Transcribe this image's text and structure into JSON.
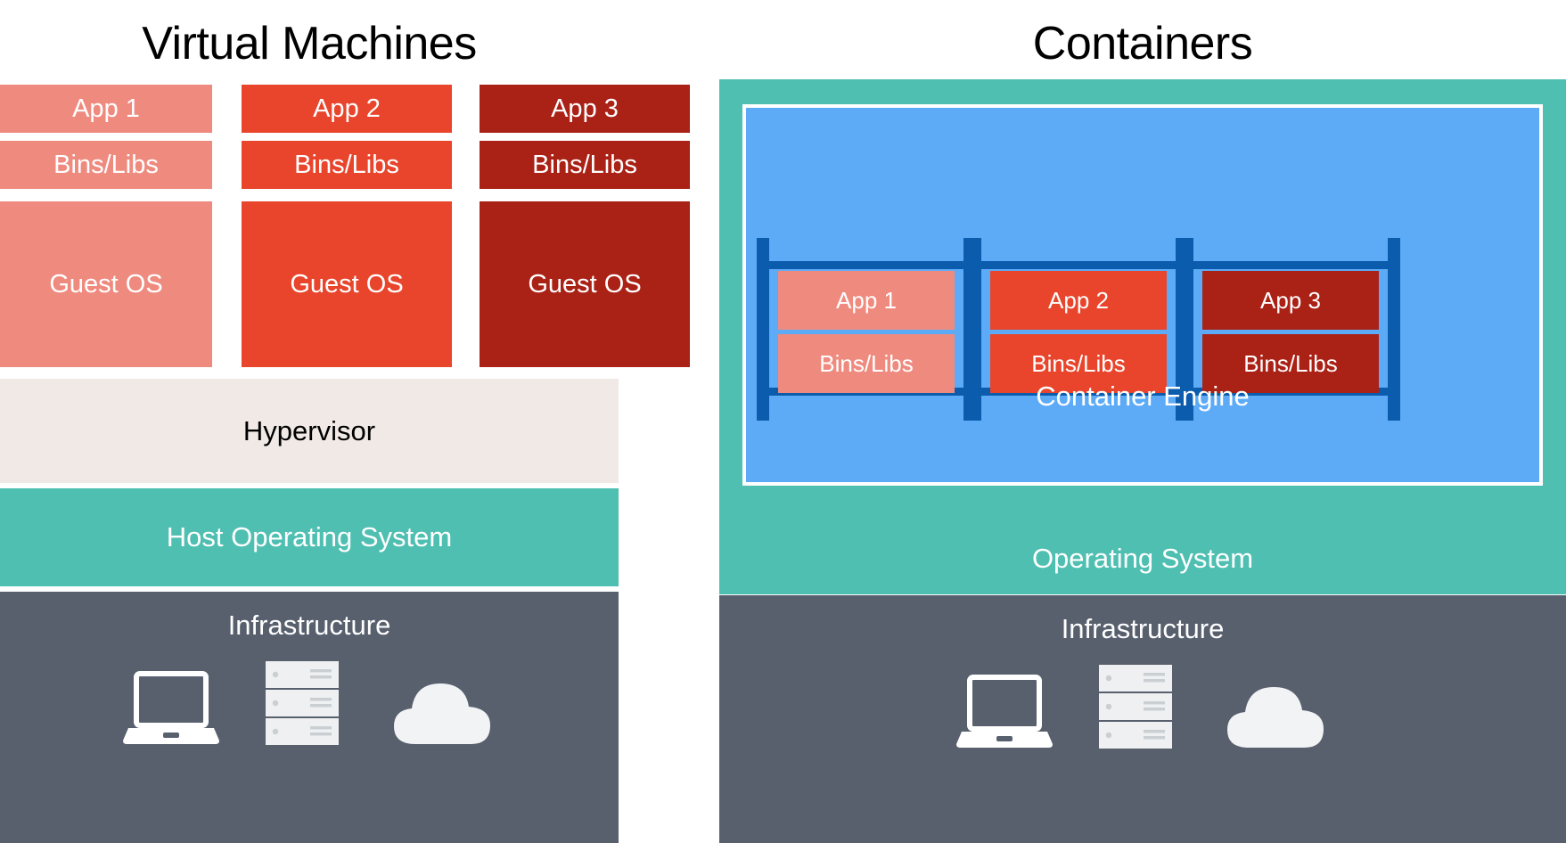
{
  "colors": {
    "tone1": "#ef8a7f",
    "tone2": "#e8452c",
    "tone3": "#aa2116",
    "teal": "#4fbfb2",
    "slate": "#58606e",
    "cream": "#f0e9e5",
    "engine_blue": "#5dabf7",
    "rack_blue": "#0b5cad",
    "white": "#ffffff",
    "black": "#000000"
  },
  "vm": {
    "title": "Virtual Machines",
    "stacks": [
      {
        "app": "App 1",
        "bins": "Bins/Libs",
        "guest": "Guest OS",
        "tone": "tone-1"
      },
      {
        "app": "App 2",
        "bins": "Bins/Libs",
        "guest": "Guest OS",
        "tone": "tone-2"
      },
      {
        "app": "App 3",
        "bins": "Bins/Libs",
        "guest": "Guest OS",
        "tone": "tone-3"
      }
    ],
    "hypervisor": "Hypervisor",
    "host_os": "Host Operating System",
    "infrastructure": "Infrastructure",
    "infra_icons": [
      "laptop-icon",
      "server-rack-icon",
      "cloud-icon"
    ]
  },
  "containers": {
    "title": "Containers",
    "engine": "Container Engine",
    "os": "Operating System",
    "infrastructure": "Infrastructure",
    "infra_icons": [
      "laptop-icon",
      "server-rack-icon",
      "cloud-icon"
    ],
    "stacks": [
      {
        "app": "App 1",
        "bins": "Bins/Libs",
        "tone": "tone-1"
      },
      {
        "app": "App 2",
        "bins": "Bins/Libs",
        "tone": "tone-2"
      },
      {
        "app": "App 3",
        "bins": "Bins/Libs",
        "tone": "tone-3"
      }
    ]
  }
}
